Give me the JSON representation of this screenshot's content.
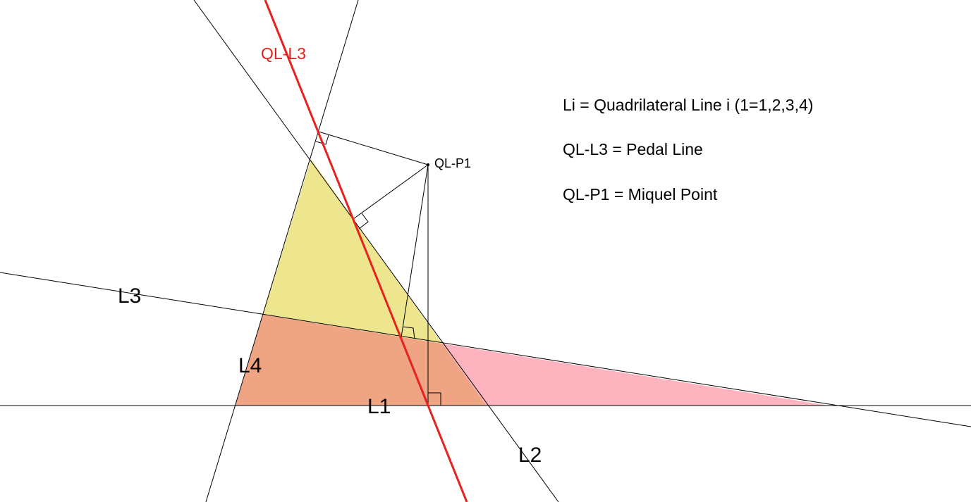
{
  "colors": {
    "background": "#ffffff",
    "line": "#000000",
    "pedal_line": "#e8201e",
    "yellow_region": "#eee68f",
    "orange_region": "#efa583",
    "pink_region": "#fdb4be"
  },
  "labels": {
    "l1": "L1",
    "l2": "L2",
    "l3": "L3",
    "l4": "L4",
    "pedal_line": "QL-L3",
    "miquel_point": "QL-P1"
  },
  "legend": {
    "line1": "Li = Quadrilateral Line i (1=1,2,3,4)",
    "line2": "QL-L3 = Pedal Line",
    "line3": "QL-P1 = Miquel Point"
  }
}
